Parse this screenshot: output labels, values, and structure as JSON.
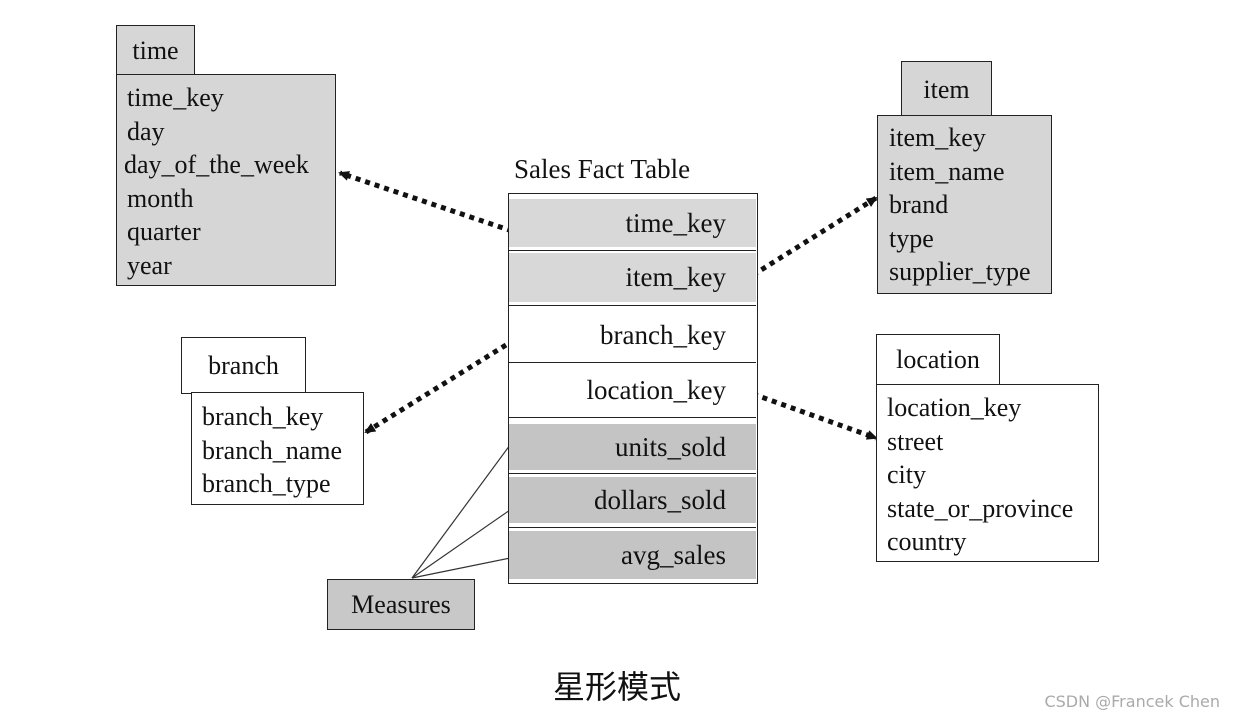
{
  "diagram": {
    "time_table": {
      "name": "time",
      "attributes": [
        "time_key",
        "day",
        "day_of_the_week",
        "month",
        "quarter",
        "year"
      ]
    },
    "item_table": {
      "name": "item",
      "attributes": [
        "item_key",
        "item_name",
        "brand",
        "type",
        "supplier_type"
      ]
    },
    "branch_table": {
      "name": "branch",
      "attributes": [
        "branch_key",
        "branch_name",
        "branch_type"
      ]
    },
    "location_table": {
      "name": "location",
      "attributes": [
        "location_key",
        "street",
        "city",
        "state_or_province",
        "country"
      ]
    },
    "fact_table": {
      "title": "Sales Fact Table",
      "keys": [
        "time_key",
        "item_key",
        "branch_key",
        "location_key"
      ],
      "measures": [
        "units_sold",
        "dollars_sold",
        "avg_sales"
      ]
    },
    "measures_label": "Measures",
    "caption": "星形模式",
    "watermark": "CSDN @Francek Chen",
    "colors": {
      "dimension_fill": "#d6d6d6",
      "measure_fill": "#c4c4c4",
      "line": "#111111"
    }
  }
}
